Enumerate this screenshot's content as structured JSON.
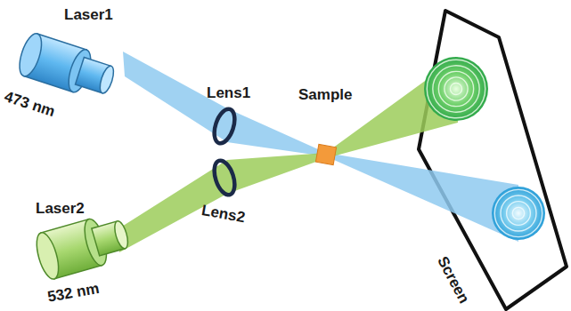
{
  "diagram": {
    "labels": [
      "Laser1",
      "473 nm",
      "Lens1",
      "Sample",
      "Lens2",
      "Laser2",
      "532 nm",
      "Screen"
    ]
  }
}
